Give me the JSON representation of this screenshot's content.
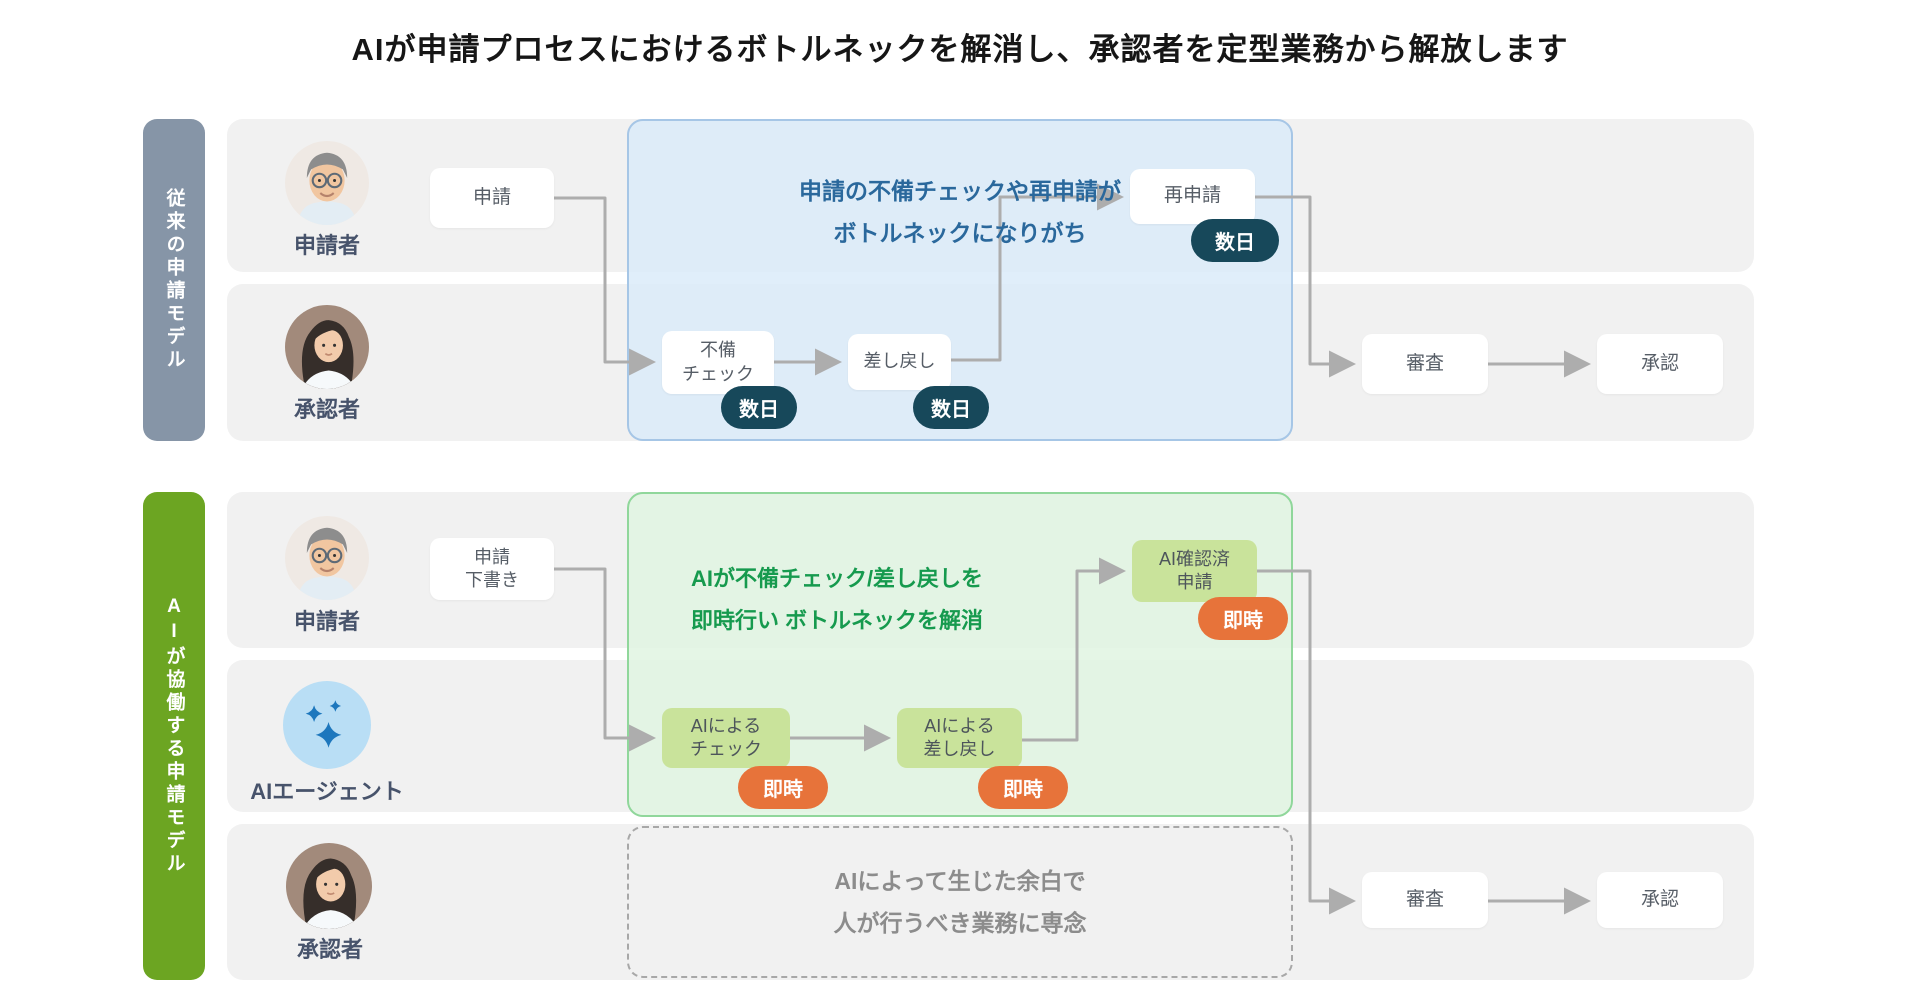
{
  "title": "AIが申請プロセスにおけるボトルネックを解消し、承認者を定型業務から解放します",
  "badges": {
    "days": "数日",
    "instant": "即時"
  },
  "legacy": {
    "sidebar_label": "従来の申請モデル",
    "applicant_label": "申請者",
    "approver_label": "承認者",
    "callout_line1": "申請の不備チェックや再申請が",
    "callout_line2": "ボトルネックになりがち",
    "steps": {
      "apply": "申請",
      "check": "不備\nチェック",
      "sendback": "差し戻し",
      "reapply": "再申請",
      "review": "審査",
      "approve": "承認"
    }
  },
  "ai": {
    "sidebar_label": "AIが協働する申請モデル",
    "applicant_label": "申請者",
    "agent_label": "AIエージェント",
    "approver_label": "承認者",
    "callout_line1": "AIが不備チェック/差し戻しを",
    "callout_line2": "即時行い ボトルネックを解消",
    "note_line1": "AIによって生じた余白で",
    "note_line2": "人が行うべき業務に専念",
    "steps": {
      "draft": "申請\n下書き",
      "ai_check": "AIによる\nチェック",
      "ai_sendback": "AIによる\n差し戻し",
      "ai_confirmed": "AI確認済\n申請",
      "review": "審査",
      "approve": "承認"
    }
  },
  "colors": {
    "legacy_sidebar": "#8695a7",
    "ai_sidebar": "#6ca522",
    "days_badge": "#17485a",
    "instant_badge": "#e7733a",
    "legacy_callout_text": "#2a689c",
    "ai_callout_text": "#169a4e",
    "row_bg": "#f1f1f1",
    "agent_circle": "#b9def5",
    "agent_icon": "#1d77bd",
    "arrow": "#adadad"
  }
}
